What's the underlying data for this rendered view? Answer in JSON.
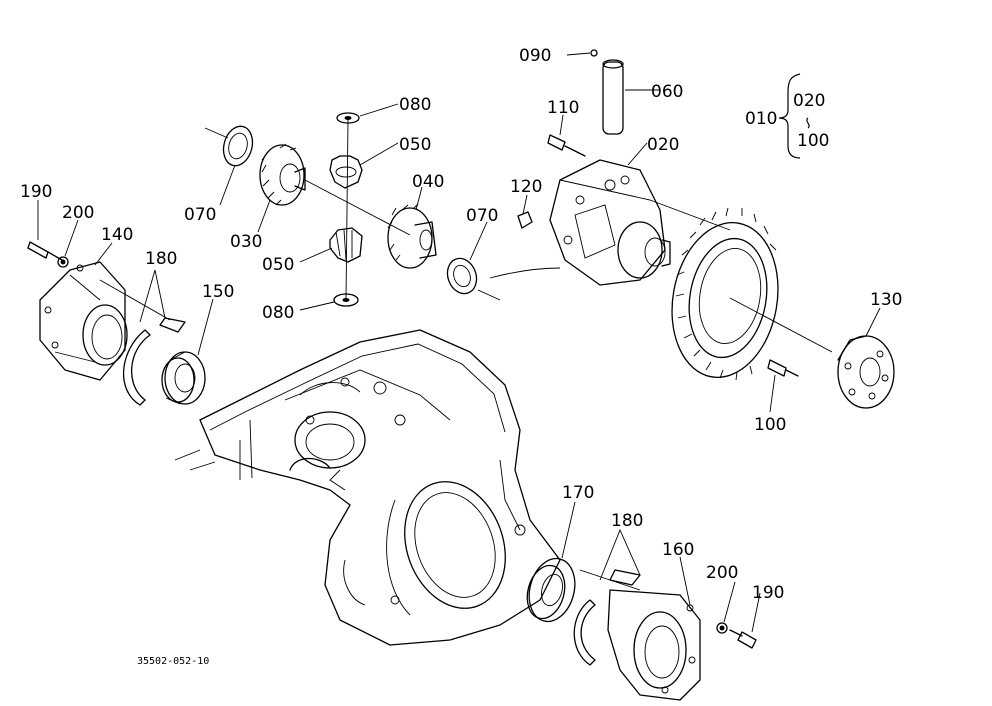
{
  "drawing_number": "35502-052-10",
  "legend": {
    "assembly": "010",
    "parent_part": "020",
    "child_part": "100"
  },
  "callouts": {
    "p090": "090",
    "p060": "060",
    "p110": "110",
    "p020": "020",
    "p080_top": "080",
    "p050_top": "050",
    "p040": "040",
    "p120": "120",
    "p070_left": "070",
    "p070_right": "070",
    "p030": "030",
    "p050_bottom": "050",
    "p080_bottom": "080",
    "p190_left": "190",
    "p200_left": "200",
    "p140": "140",
    "p180_left": "180",
    "p150": "150",
    "p130": "130",
    "p100": "100",
    "p170": "170",
    "p180_right": "180",
    "p160": "160",
    "p200_right": "200",
    "p190_right": "190"
  }
}
